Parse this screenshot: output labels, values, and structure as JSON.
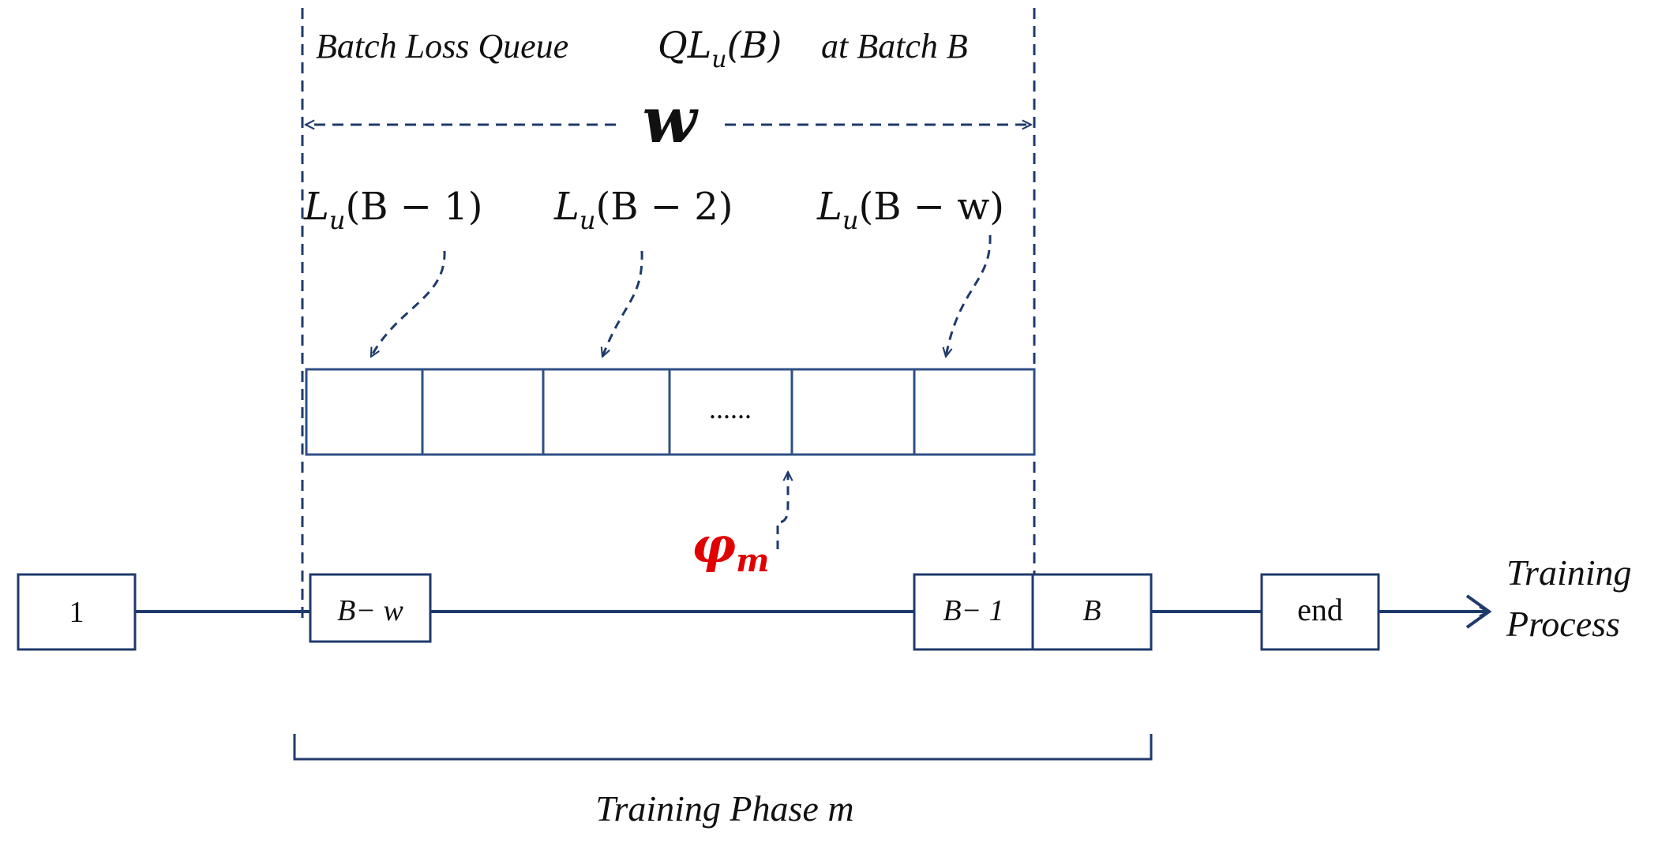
{
  "colors": {
    "line": "#2f4f86",
    "dashed": "#1f3a6b",
    "text": "#111111",
    "accent": "#e00000"
  },
  "queue_header": {
    "text": "Batch Loss  Queue",
    "symbol": "QL",
    "symbol_sub": "u",
    "symbol_arg": "(B)",
    "suffix": "at  Batch B"
  },
  "window_label": "w",
  "loss_labels": [
    {
      "main": "L",
      "sub": "u",
      "arg": "(B − 1)"
    },
    {
      "main": "L",
      "sub": "u",
      "arg": "(B − 2)"
    },
    {
      "main": "L",
      "sub": "u",
      "arg": "(B − w)"
    }
  ],
  "queue_cells": [
    "",
    "",
    "",
    "......",
    "",
    ""
  ],
  "phi": {
    "main": "φ",
    "sub": "m"
  },
  "timeline_boxes": [
    "1",
    "B− w",
    "B− 1",
    "B",
    "end"
  ],
  "process_label": [
    "Training",
    "Process"
  ],
  "phase_label": "Training  Phase m"
}
